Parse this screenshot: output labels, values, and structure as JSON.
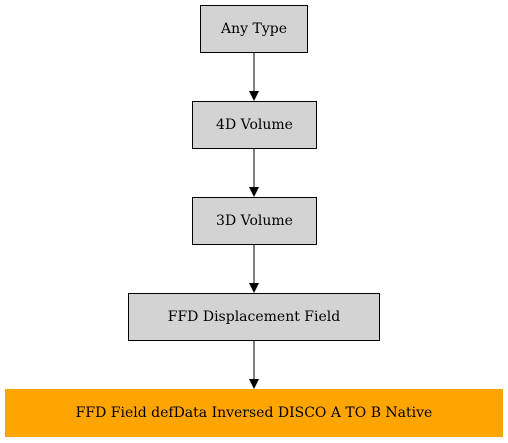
{
  "colors": {
    "node_fill": "#d3d3d3",
    "highlight_fill": "#ffa500",
    "stroke": "#000000"
  },
  "nodes": [
    {
      "label": "Any Type",
      "fill": "#d3d3d3"
    },
    {
      "label": "4D Volume",
      "fill": "#d3d3d3"
    },
    {
      "label": "3D Volume",
      "fill": "#d3d3d3"
    },
    {
      "label": "FFD Displacement Field",
      "fill": "#d3d3d3"
    },
    {
      "label": "FFD Field defData Inversed DISCO A TO B Native",
      "fill": "#ffa500"
    }
  ],
  "edges": [
    {
      "from": 0,
      "to": 1
    },
    {
      "from": 1,
      "to": 2
    },
    {
      "from": 2,
      "to": 3
    },
    {
      "from": 3,
      "to": 4
    }
  ]
}
